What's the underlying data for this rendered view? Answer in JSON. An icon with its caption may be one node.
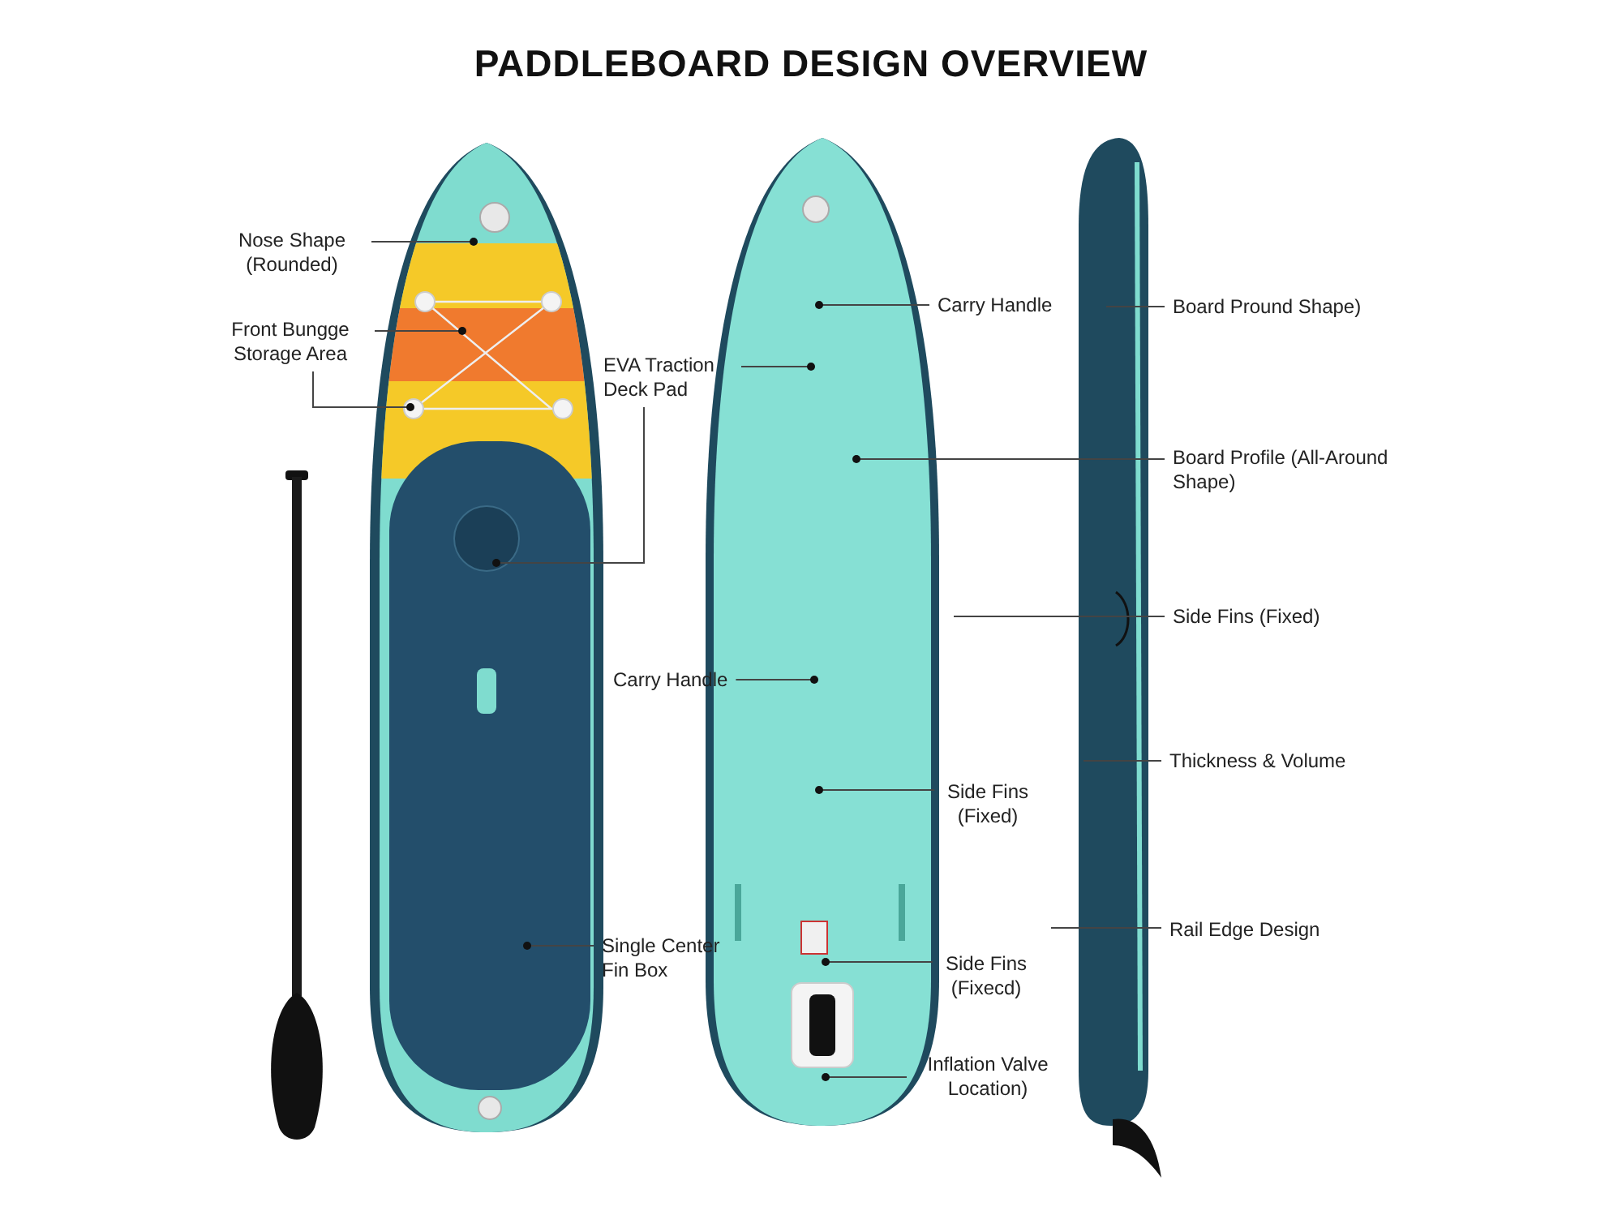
{
  "diagram": {
    "title": "PADDLEBOARD DESIGN OVERVIEW",
    "nodes": [
      {
        "text": [
          "Nose Shape (Rounded)"
        ]
      },
      {
        "text": [
          "Carry Handle"
        ]
      },
      {
        "text": [
          "Board Pround Shape)"
        ]
      },
      {
        "text": [
          "Front Bungge Storage Area"
        ]
      },
      {
        "text": [
          "EVA Traction Deck Pad"
        ]
      },
      {
        "text": [
          "Board Profile (All-Around Shape)"
        ]
      },
      {
        "text": [
          "Side Fins (Fixed)"
        ]
      },
      {
        "text": [
          "Carry Handle"
        ]
      },
      {
        "text": [
          "Thickness & Volume"
        ]
      },
      {
        "text": [
          "Side Fins (Fixed)"
        ]
      },
      {
        "text": [
          "Rail Edge Design"
        ]
      },
      {
        "text": [
          "Single Center Fin Box"
        ]
      },
      {
        "text": [
          "Side Fins (Fixecd)"
        ]
      },
      {
        "text": [
          "Inflation Valve Location)"
        ]
      }
    ],
    "edges": [
      {
        "from": 0,
        "to": null,
        "arrow": "none"
      },
      {
        "from": 1,
        "to": null,
        "arrow": "none"
      },
      {
        "from": 2,
        "to": null,
        "arrow": "none"
      },
      {
        "from": 3,
        "to": null,
        "arrow": "none"
      },
      {
        "from": 3,
        "to": null,
        "arrow": "none"
      },
      {
        "from": 4,
        "to": null,
        "arrow": "none"
      },
      {
        "from": 4,
        "to": null,
        "arrow": "none"
      },
      {
        "from": 5,
        "to": null,
        "arrow": "none"
      },
      {
        "from": 6,
        "to": null,
        "arrow": "none"
      },
      {
        "from": 7,
        "to": null,
        "arrow": "none"
      },
      {
        "from": 8,
        "to": null,
        "arrow": "none"
      },
      {
        "from": 9,
        "to": null,
        "arrow": "none"
      },
      {
        "from": 10,
        "to": null,
        "arrow": "none"
      },
      {
        "from": 11,
        "to": null,
        "arrow": "none"
      },
      {
        "from": 12,
        "to": null,
        "arrow": "none"
      },
      {
        "from": 13,
        "to": null,
        "arrow": "none"
      }
    ]
  }
}
